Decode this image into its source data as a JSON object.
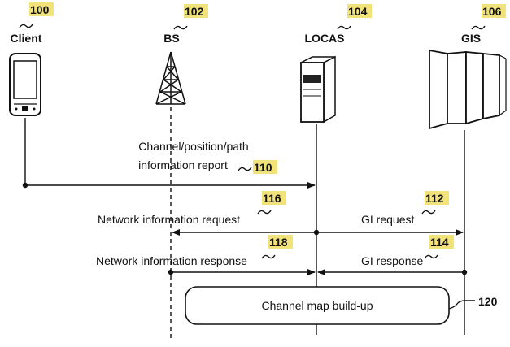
{
  "entities": [
    {
      "name": "Client",
      "ref": "100"
    },
    {
      "name": "BS",
      "ref": "102"
    },
    {
      "name": "LOCAS",
      "ref": "104"
    },
    {
      "name": "GIS",
      "ref": "106"
    }
  ],
  "messages": {
    "report_line1": "Channel/position/path",
    "report_line2": "information report",
    "report_ref": "110",
    "net_request": "Network information request",
    "net_request_ref": "116",
    "gi_request": "GI request",
    "gi_request_ref": "112",
    "net_response": "Network information response",
    "net_response_ref": "118",
    "gi_response": "GI response",
    "gi_response_ref": "114"
  },
  "process": {
    "label": "Channel map build-up",
    "ref": "120"
  }
}
